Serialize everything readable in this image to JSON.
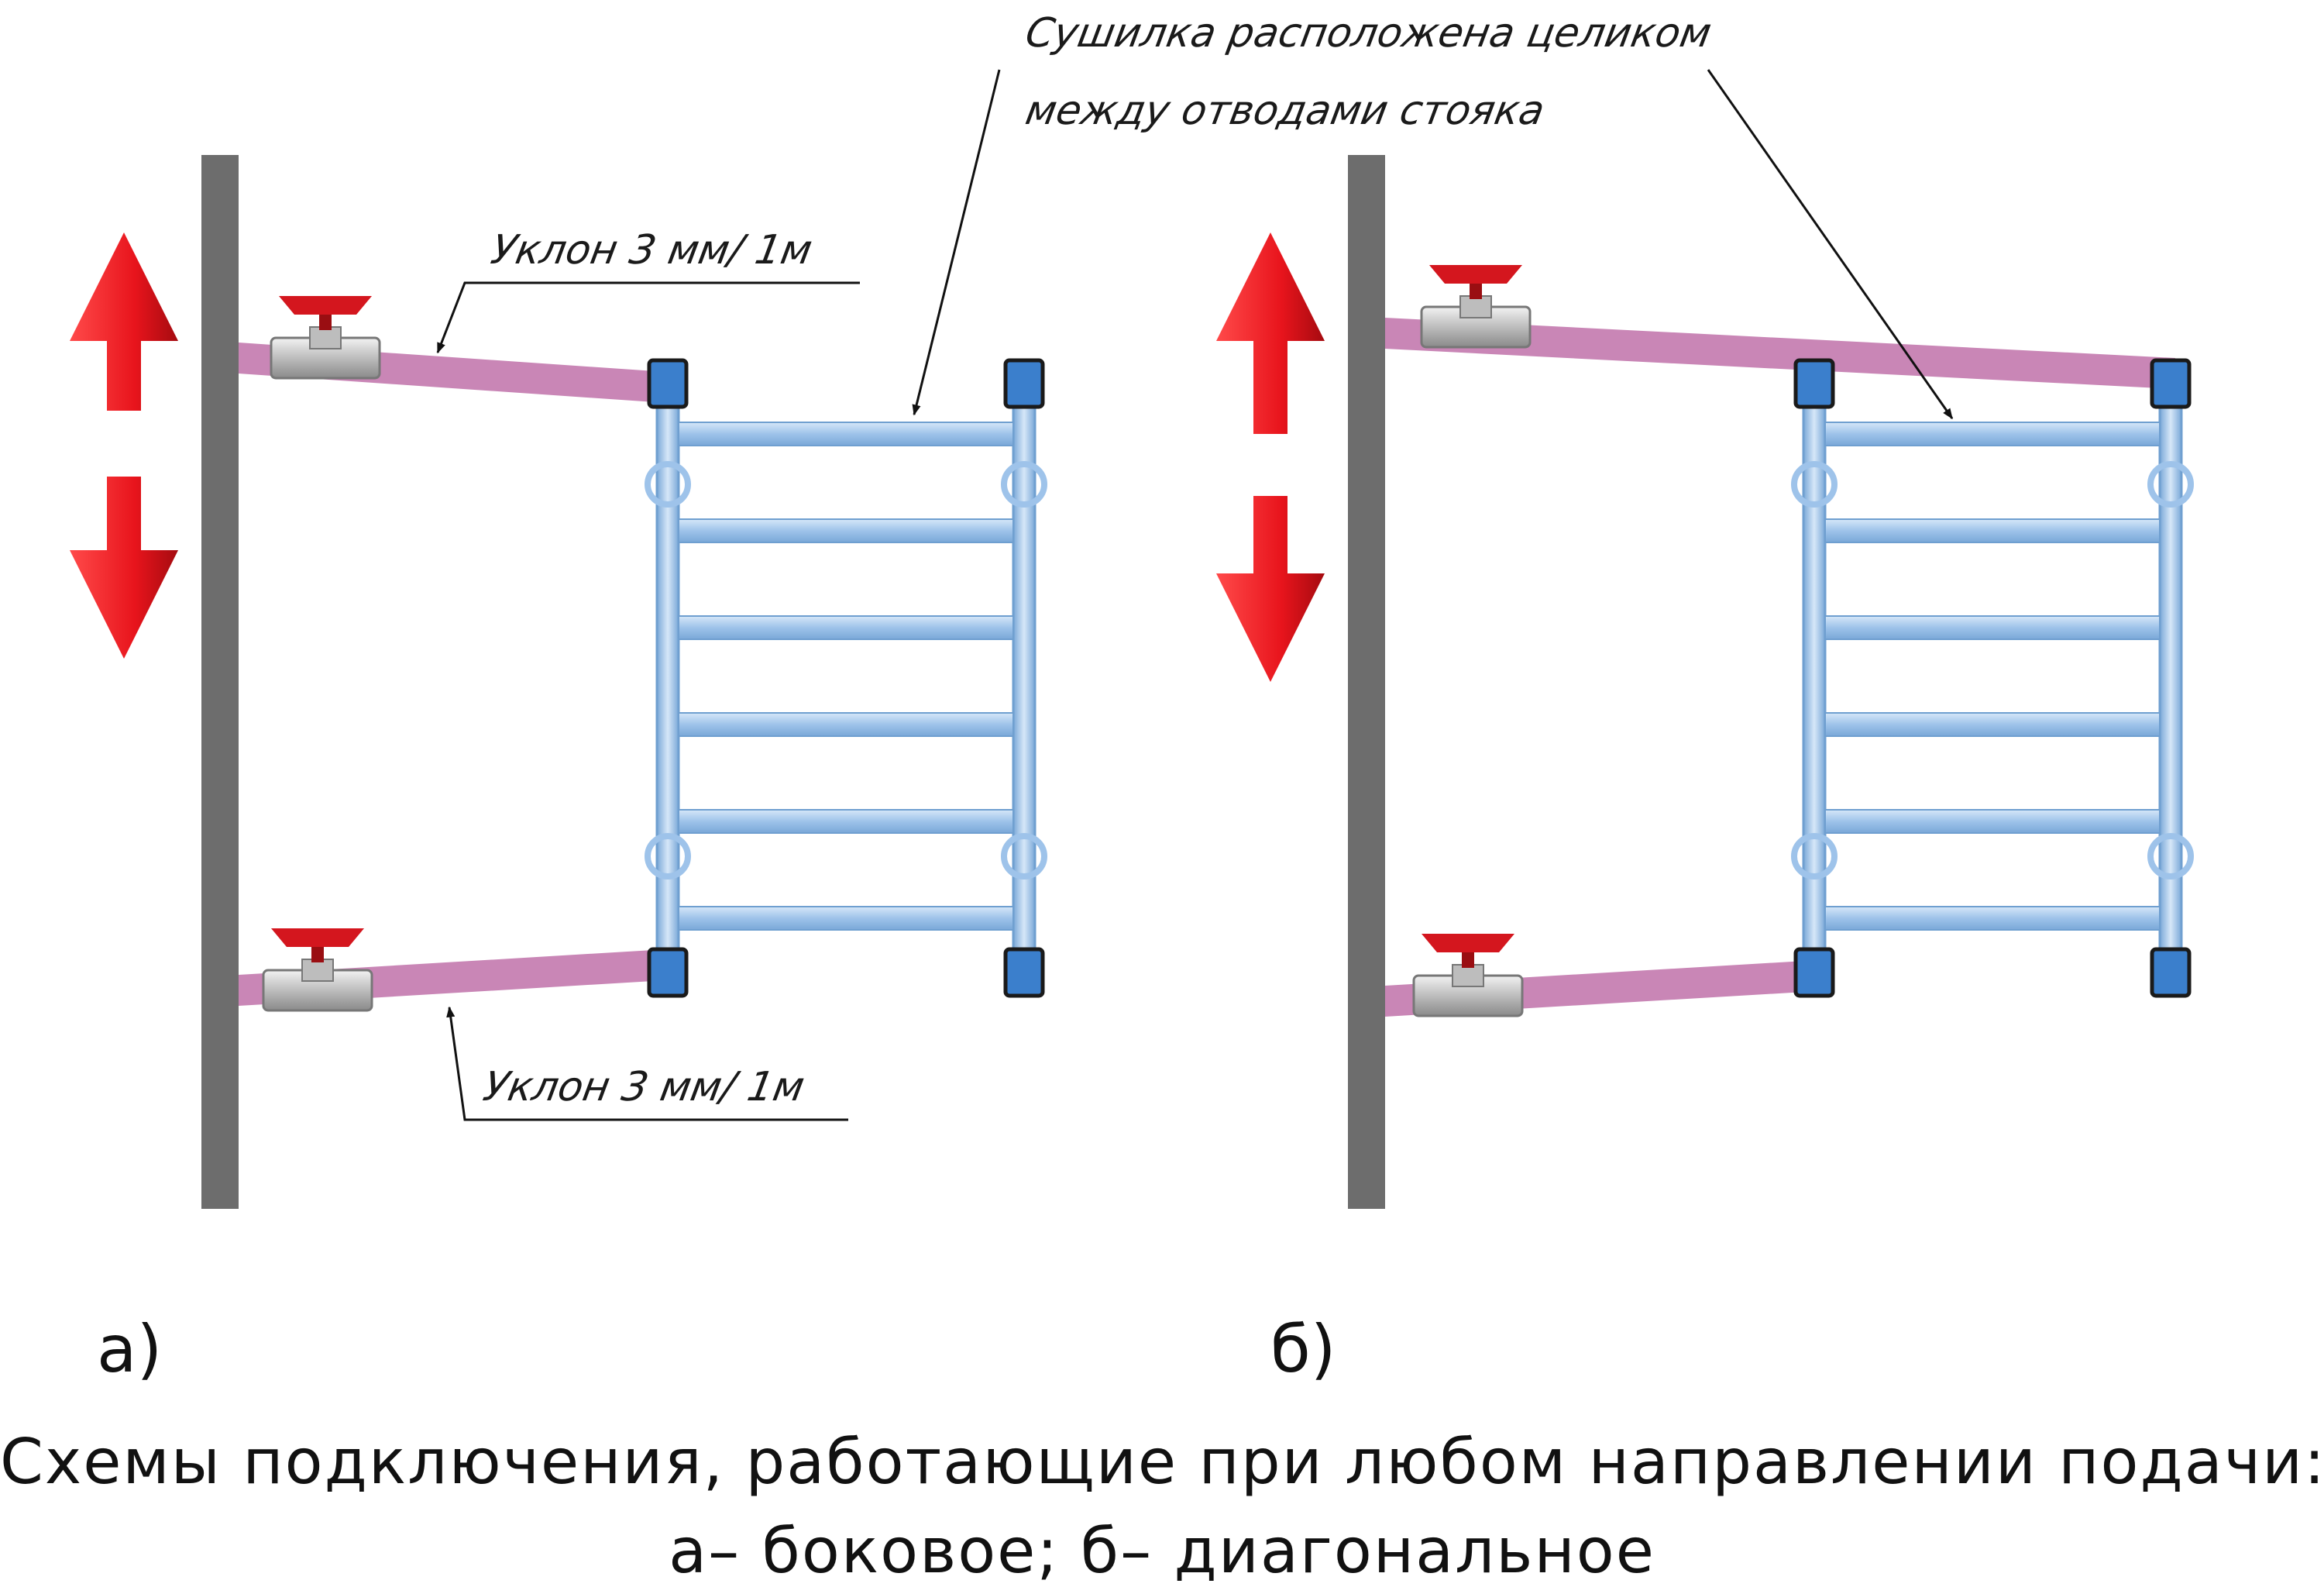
{
  "annotations": {
    "slope_top": "Уклон 3 мм/ 1м",
    "slope_bottom": "Уклон 3 мм/ 1м",
    "dryer_line1": "Сушилка расположена целиком",
    "dryer_line2": "между отводами стояка"
  },
  "panels": {
    "a": {
      "label": "а)",
      "connection": "боковое"
    },
    "b": {
      "label": "б)",
      "connection": "диагональное"
    }
  },
  "caption": {
    "line1": "Схемы подключения, работающие при любом направлении подачи:",
    "line2": "а– боковое; б– диагональное"
  },
  "colors": {
    "riser": "#6d6d6d",
    "pipe": "#c986b6",
    "dryer": "#9ec3ea",
    "dryer_edge": "#6f9fd0",
    "cap": "#3b7fcc",
    "arrow": "#e8141c",
    "valve_handle": "#d4161e",
    "valve_body": "#c8c8c8"
  },
  "icons": [
    "up-arrow-icon",
    "down-arrow-icon",
    "ball-valve-icon"
  ]
}
